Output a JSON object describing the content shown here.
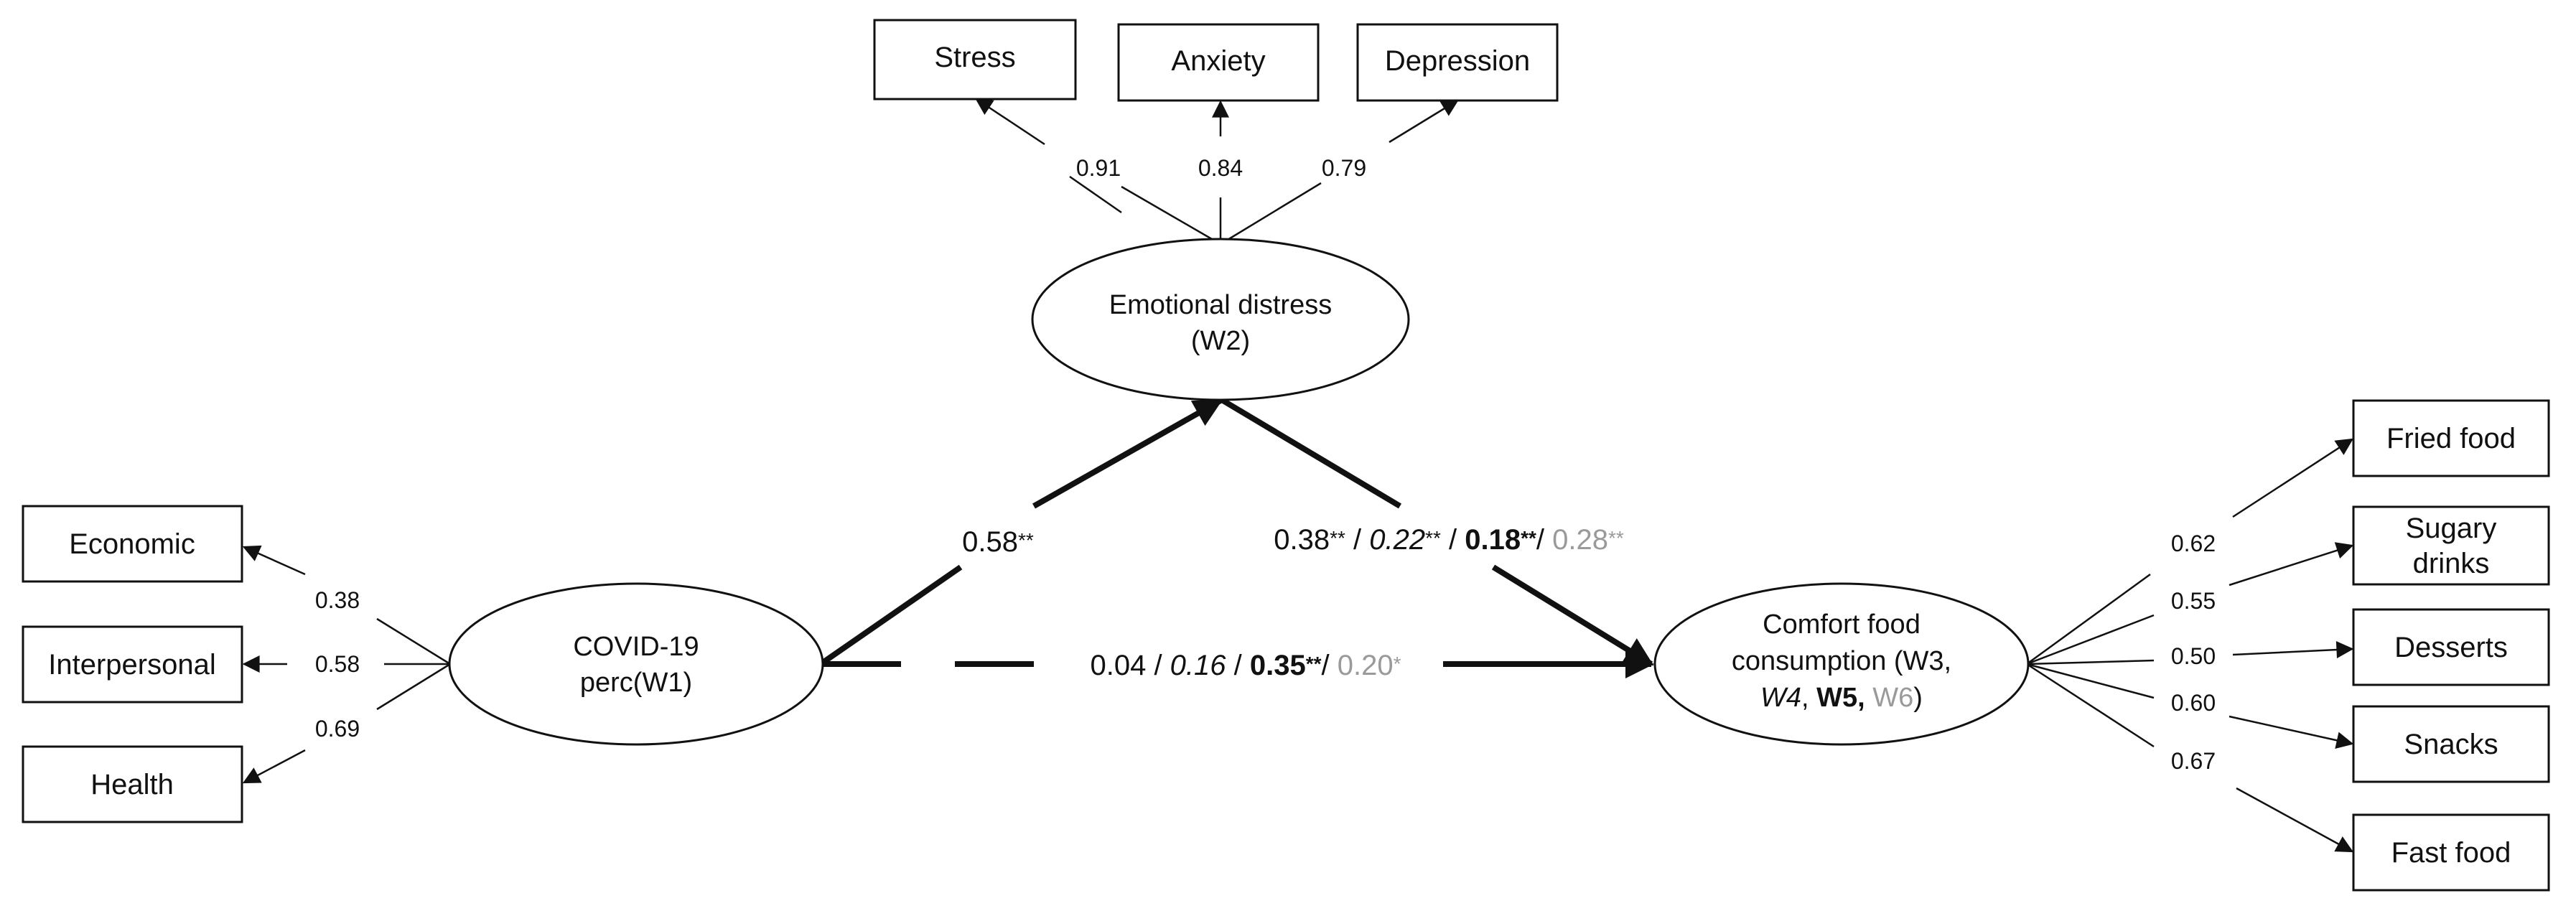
{
  "colors": {
    "line": "#111111",
    "grey_estimate": "#9a9a9a",
    "background": "#ffffff"
  },
  "indicators": {
    "stress": "Stress",
    "anxiety": "Anxiety",
    "depression": "Depression",
    "economic": "Economic",
    "interpersonal": "Interpersonal",
    "health": "Health",
    "fried_food": "Fried food",
    "sugary_drinks_1": "Sugary",
    "sugary_drinks_2": "drinks",
    "desserts": "Desserts",
    "snacks": "Snacks",
    "fast_food": "Fast food"
  },
  "latents": {
    "distress_1": "Emotional distress",
    "distress_2": "(W2)",
    "covid_1": "COVID-19",
    "covid_2": "perc(W1)",
    "comfort_1": "Comfort food",
    "comfort_2a": "consumption (W3,",
    "comfort_3_w4": "W4",
    "comfort_3_sep1": ", ",
    "comfort_3_w5": "W5, ",
    "comfort_3_w6": "W6",
    "comfort_3_end": ")"
  },
  "loadings": {
    "stress": "0.91",
    "anxiety": "0.84",
    "depression": "0.79",
    "economic": "0.38",
    "interpersonal": "0.58",
    "health": "0.69",
    "fried_food": "0.62",
    "sugary_drinks": "0.55",
    "desserts": "0.50",
    "snacks": "0.60",
    "fast_food": "0.67"
  },
  "paths": {
    "a_val": "0.58",
    "a_sig": "**",
    "b": {
      "w3": "0.38",
      "w3_sig": "**",
      "sep1": " / ",
      "w4": "0.22",
      "w4_sig": "**",
      "sep2": " / ",
      "w5": "0.18",
      "w5_sig": "**",
      "sep3": "/ ",
      "w6": "0.28",
      "w6_sig": "**"
    },
    "c": {
      "w3": "0.04",
      "sep1": " / ",
      "w4": "0.16",
      "sep2": " / ",
      "w5": "0.35",
      "w5_sig": "**",
      "sep3": "/ ",
      "w6": "0.20",
      "w6_sig": "*"
    }
  }
}
